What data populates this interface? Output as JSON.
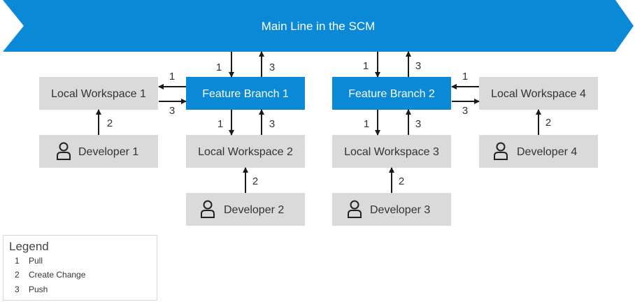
{
  "colors": {
    "main_line": "#0a8ad6",
    "feature_branch": "#0a8ad6",
    "workspace": "#dadada",
    "arrow": "#1a1a1a"
  },
  "main_line": {
    "label": "Main Line in the SCM"
  },
  "feature_branches": [
    {
      "label": "Feature Branch 1"
    },
    {
      "label": "Feature Branch 2"
    }
  ],
  "workspaces": [
    {
      "label": "Local Workspace 1"
    },
    {
      "label": "Local Workspace 2"
    },
    {
      "label": "Local Workspace 3"
    },
    {
      "label": "Local Workspace 4"
    }
  ],
  "developers": [
    {
      "label": "Developer 1",
      "icon": "person-icon"
    },
    {
      "label": "Developer 2",
      "icon": "person-icon"
    },
    {
      "label": "Developer 3",
      "icon": "person-icon"
    },
    {
      "label": "Developer 4",
      "icon": "person-icon"
    }
  ],
  "arrow_labels": {
    "pull": "1",
    "create_change": "2",
    "push": "3"
  },
  "legend": {
    "title": "Legend",
    "items": [
      {
        "number": "1",
        "label": "Pull"
      },
      {
        "number": "2",
        "label": "Create Change"
      },
      {
        "number": "3",
        "label": "Push"
      }
    ]
  }
}
